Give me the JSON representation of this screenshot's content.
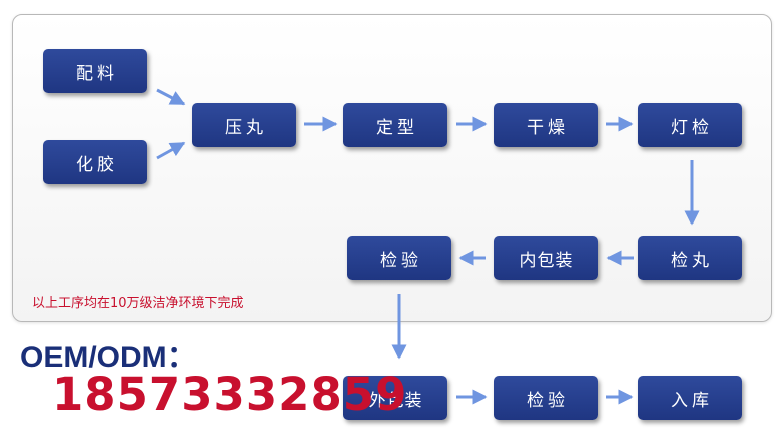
{
  "steps": {
    "peiliao": "配料",
    "hualiao": "化胶",
    "yawan": "压丸",
    "dingxing": "定型",
    "ganzao": "干燥",
    "dengjian": "灯检",
    "jianwan": "检丸",
    "neibaozhuang": "内包装",
    "jianyan1": "检验",
    "waibaozhuang": "外包装",
    "jianyan2": "检验",
    "ruku": "入库"
  },
  "note": "以上工序均在10万级洁净环境下完成",
  "contact": {
    "label": "OEM/ODM：",
    "phone": "18573332859"
  },
  "colors": {
    "box": "#1f3682",
    "arrow": "#6f95e0",
    "note": "#c8102e",
    "label": "#1a2f78"
  }
}
